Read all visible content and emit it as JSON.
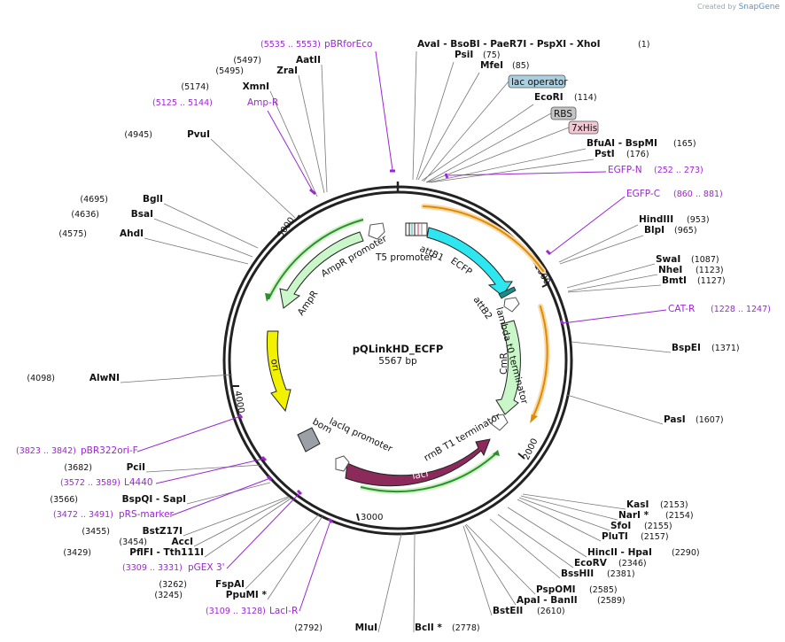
{
  "credit": {
    "prefix": "Created by",
    "brand": "SnapGene"
  },
  "plasmid": {
    "name": "pQLinkHD_ECFP",
    "size": "5567 bp"
  },
  "ticks": [
    "1000",
    "2000",
    "3000",
    "4000",
    "5000"
  ],
  "enzymes": [
    {
      "id": "e-1",
      "label": "AvaI   -  BsoBI   -  PaeR7I   -  PspXI   -  XhoI",
      "pos": "(1)"
    },
    {
      "id": "e-2",
      "label": "PsiI",
      "pos": "(75)"
    },
    {
      "id": "e-3",
      "label": "MfeI",
      "pos": "(85)"
    },
    {
      "id": "e-4",
      "label": "EcoRI",
      "pos": "(114)"
    },
    {
      "id": "e-5",
      "label": "BfuAI   -  BspMI",
      "pos": "(165)"
    },
    {
      "id": "e-6",
      "label": "PstI",
      "pos": "(176)"
    },
    {
      "id": "e-7",
      "label": "HindIII",
      "pos": "(953)"
    },
    {
      "id": "e-8",
      "label": "BlpI",
      "pos": "(965)"
    },
    {
      "id": "e-9",
      "label": "SwaI",
      "pos": "(1087)"
    },
    {
      "id": "e-10",
      "label": "NheI",
      "pos": "(1123)"
    },
    {
      "id": "e-11",
      "label": "BmtI",
      "pos": "(1127)"
    },
    {
      "id": "e-12",
      "label": "BspEI",
      "pos": "(1371)"
    },
    {
      "id": "e-13",
      "label": "PasI",
      "pos": "(1607)"
    },
    {
      "id": "e-14",
      "label": "KasI",
      "pos": "(2153)"
    },
    {
      "id": "e-15",
      "label": "NarI *",
      "pos": "(2154)"
    },
    {
      "id": "e-16",
      "label": "SfoI",
      "pos": "(2155)"
    },
    {
      "id": "e-17",
      "label": "PluTI",
      "pos": "(2157)"
    },
    {
      "id": "e-18",
      "label": "HincII   -  HpaI",
      "pos": "(2290)"
    },
    {
      "id": "e-19",
      "label": "EcoRV",
      "pos": "(2346)"
    },
    {
      "id": "e-20",
      "label": "BssHII",
      "pos": "(2381)"
    },
    {
      "id": "e-21",
      "label": "PspOMI",
      "pos": "(2585)"
    },
    {
      "id": "e-22",
      "label": "ApaI   -  BanII",
      "pos": "(2589)"
    },
    {
      "id": "e-23",
      "label": "BstEII",
      "pos": "(2610)"
    },
    {
      "id": "e-24",
      "label": "BclI *",
      "pos": "(2778)"
    },
    {
      "id": "e-25",
      "label": "MluI",
      "pos": "(2792)"
    },
    {
      "id": "e-26",
      "label": "PpuMI *",
      "pos": "(3245)"
    },
    {
      "id": "e-27",
      "label": "FspAI",
      "pos": "(3262)"
    },
    {
      "id": "e-28",
      "label": "PflFI   -  Tth111I",
      "pos": "(3429)"
    },
    {
      "id": "e-29",
      "label": "AccI",
      "pos": "(3454)"
    },
    {
      "id": "e-30",
      "label": "BstZ17I",
      "pos": "(3455)"
    },
    {
      "id": "e-31",
      "label": "BspQI   -  SapI",
      "pos": "(3566)"
    },
    {
      "id": "e-32",
      "label": "PciI",
      "pos": "(3682)"
    },
    {
      "id": "e-33",
      "label": "AlwNI",
      "pos": "(4098)"
    },
    {
      "id": "e-34",
      "label": "AhdI",
      "pos": "(4575)"
    },
    {
      "id": "e-35",
      "label": "BsaI",
      "pos": "(4636)"
    },
    {
      "id": "e-36",
      "label": "BglI",
      "pos": "(4695)"
    },
    {
      "id": "e-37",
      "label": "PvuI",
      "pos": "(4945)"
    },
    {
      "id": "e-38",
      "label": "XmnI",
      "pos": "(5174)"
    },
    {
      "id": "e-39",
      "label": "ZraI",
      "pos": "(5495)"
    },
    {
      "id": "e-40",
      "label": "AatII",
      "pos": "(5497)"
    }
  ],
  "primers": [
    {
      "id": "p-1",
      "label": "pBRforEco",
      "range": "(5535 .. 5553)"
    },
    {
      "id": "p-2",
      "label": "Amp-R",
      "range": "(5125 .. 5144)"
    },
    {
      "id": "p-3",
      "label": "EGFP-N",
      "range": "(252 .. 273)"
    },
    {
      "id": "p-4",
      "label": "EGFP-C",
      "range": "(860 .. 881)"
    },
    {
      "id": "p-5",
      "label": "CAT-R",
      "range": "(1228 .. 1247)"
    },
    {
      "id": "p-6",
      "label": "pBR322ori-F",
      "range": "(3823 .. 3842)"
    },
    {
      "id": "p-7",
      "label": "L4440",
      "range": "(3572 .. 3589)"
    },
    {
      "id": "p-8",
      "label": "pRS-marker",
      "range": "(3472 .. 3491)"
    },
    {
      "id": "p-9",
      "label": "pGEX 3'",
      "range": "(3309 .. 3331)"
    },
    {
      "id": "p-10",
      "label": "LacI-R",
      "range": "(3109 .. 3128)"
    }
  ],
  "callouts": [
    {
      "id": "c-1",
      "label": "lac operator",
      "color": "#a9cfe0"
    },
    {
      "id": "c-2",
      "label": "RBS",
      "color": "#c4c4c4"
    },
    {
      "id": "c-3",
      "label": "7xHis",
      "color": "#f3c8d4"
    }
  ],
  "features": {
    "attB1": "attB1",
    "ECFP": "ECFP",
    "attB2": "attB2",
    "lambda": "lambda t0 terminator",
    "CmR": "CmR",
    "rrnB": "rrnB T1 terminator",
    "lacI": "lacI",
    "lacIq": "lacIq promoter",
    "bom": "bom",
    "ori": "ori",
    "AmpR": "AmpR",
    "AmpRp": "AmpR promoter",
    "T5": "T5 promoter"
  },
  "colors": {
    "ecfp": "#2ee6f0",
    "cmr": "#c9f7c9",
    "lacI": "#8b2a5b",
    "ori": "#f2f200",
    "ampr": "#c9f7c9",
    "primer": "#9b27d4",
    "orange": "#e08a00",
    "green": "#2f8f2f"
  }
}
